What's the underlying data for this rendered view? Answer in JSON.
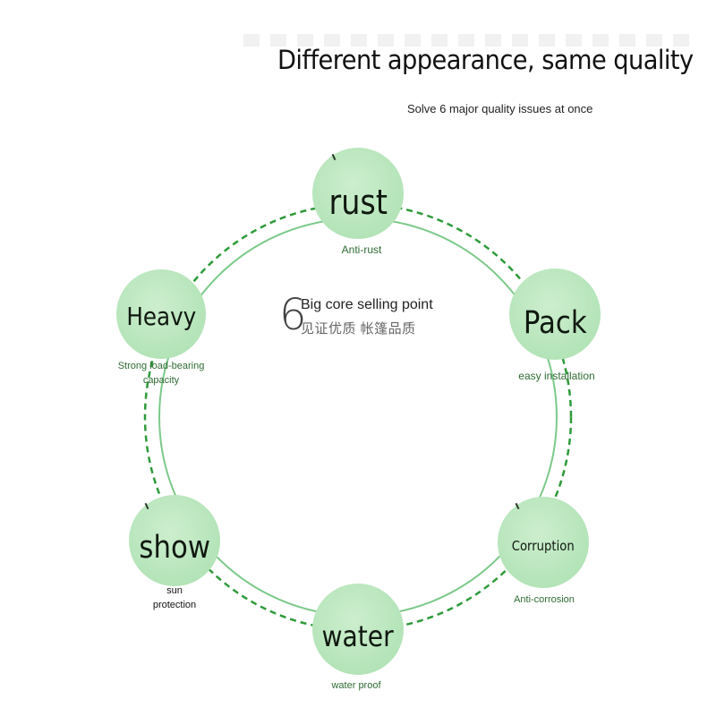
{
  "header": {
    "title": "Different appearance, same quality",
    "subtitle": "Solve 6 major quality issues at once"
  },
  "center": {
    "number": "6",
    "headline": "Big core selling point",
    "tagline_zh": "见证优质 帐篷品质"
  },
  "nodes": [
    {
      "label": "rust",
      "caption": "Anti-rust"
    },
    {
      "label": "Pack",
      "caption": "easy installation"
    },
    {
      "label": "Corruption",
      "caption": "Anti-corrosion"
    },
    {
      "label": "water",
      "caption": "water proof"
    },
    {
      "label": "show",
      "caption_line1": "sun",
      "caption_line2": "protection"
    },
    {
      "label": "Heavy",
      "caption_line1": "Strong load-bearing",
      "caption_line2": "capacity"
    }
  ],
  "colors": {
    "node_fill": "#b9e6bd",
    "ring_dashed": "#2e9a3a",
    "ring_solid": "#7cc98a",
    "caption_green": "#2f6b34"
  }
}
